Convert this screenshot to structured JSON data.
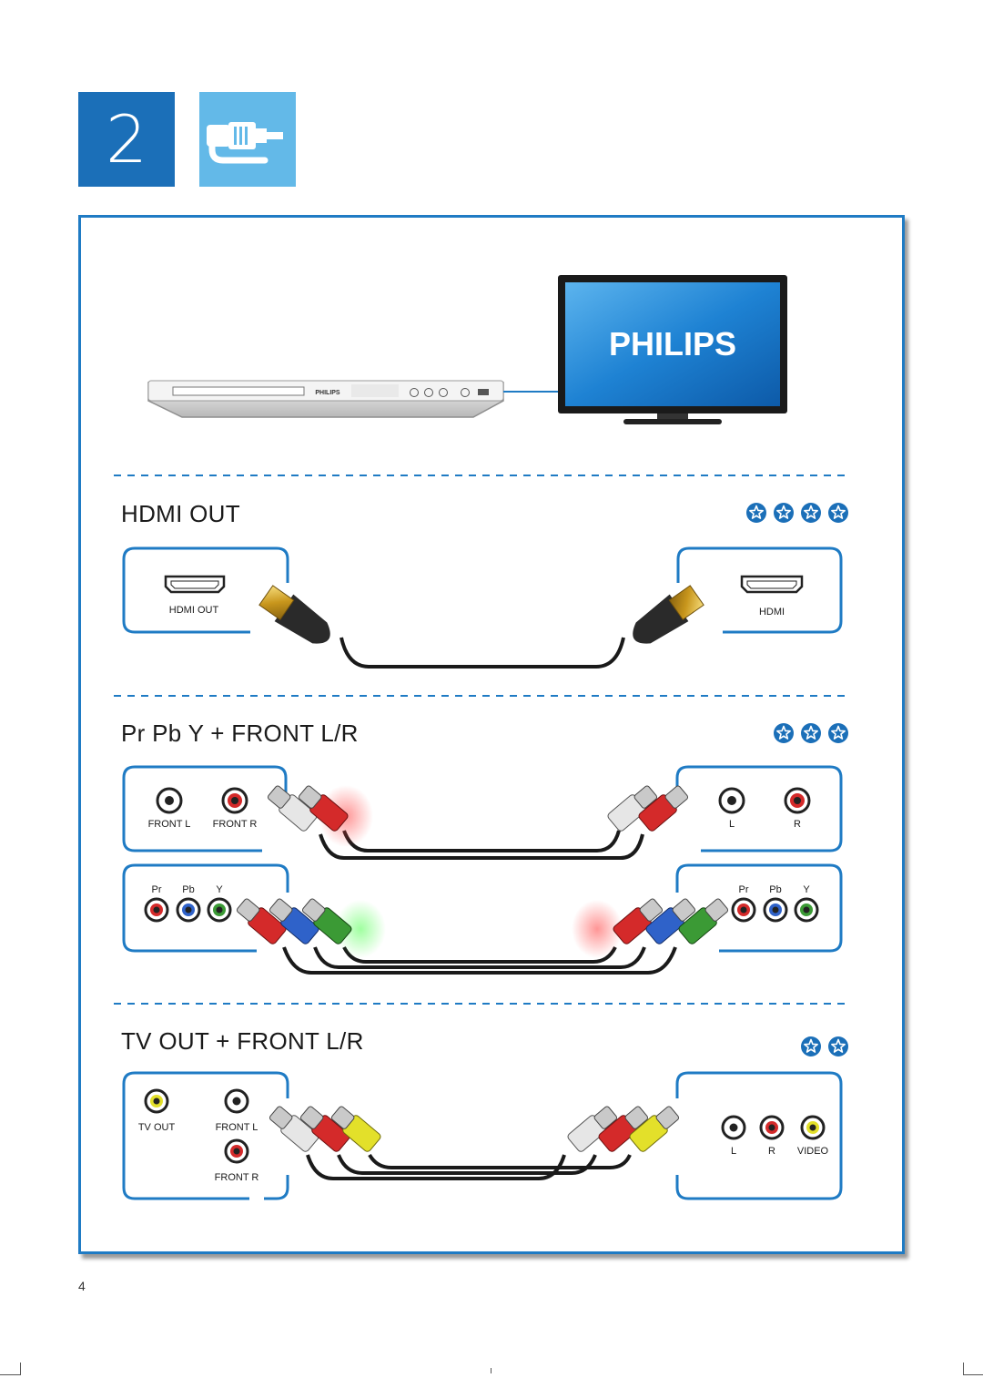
{
  "header": {
    "step_number": "2",
    "step_icon": "cable-plug-icon"
  },
  "devices": {
    "player_brand": "PHILIPS",
    "tv_brand": "PHILIPS"
  },
  "sections": [
    {
      "title": "HDMI OUT",
      "rating": 4,
      "left_panel": {
        "ports": [
          "HDMI OUT"
        ]
      },
      "right_panel": {
        "ports": [
          "HDMI"
        ]
      }
    },
    {
      "title": "Pr Pb Y + FRONT L/R",
      "rating": 3,
      "audio_left_panel": {
        "ports": [
          "FRONT L",
          "FRONT R"
        ]
      },
      "audio_right_panel": {
        "ports": [
          "L",
          "R"
        ]
      },
      "video_left_panel": {
        "ports": [
          "Pr",
          "Pb",
          "Y"
        ]
      },
      "video_right_panel": {
        "ports": [
          "Pr",
          "Pb",
          "Y"
        ]
      }
    },
    {
      "title": "TV OUT + FRONT L/R",
      "rating": 2,
      "left_panel": {
        "ports": [
          "TV OUT",
          "FRONT L",
          "FRONT R"
        ]
      },
      "right_panel": {
        "ports": [
          "L",
          "R",
          "VIDEO"
        ]
      }
    }
  ],
  "page_number": "4",
  "colors": {
    "accent_blue": "#1b6fb8",
    "light_blue": "#63b9e8",
    "frame_blue": "#1f7bc4",
    "plug_red": "#d42a2a",
    "plug_white": "#e6e6e6",
    "plug_blue": "#2f62c9",
    "plug_green": "#3b9a35",
    "plug_yellow": "#e3e02a",
    "hdmi_gold": "#d9b23a"
  }
}
